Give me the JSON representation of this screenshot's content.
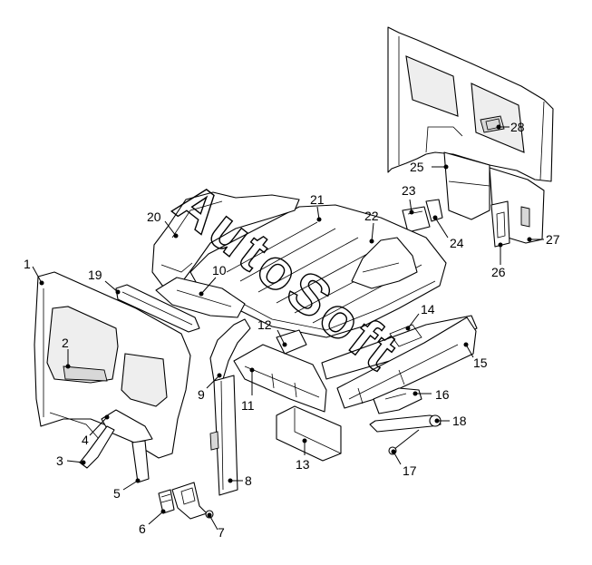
{
  "watermark": "AutoSoft",
  "callouts": [
    "1",
    "2",
    "3",
    "4",
    "5",
    "6",
    "7",
    "8",
    "9",
    "10",
    "11",
    "12",
    "13",
    "14",
    "15",
    "16",
    "17",
    "18",
    "19",
    "20",
    "21",
    "22",
    "23",
    "24",
    "25",
    "26",
    "27",
    "28"
  ],
  "colors": {
    "line": "#000000",
    "background": "#ffffff"
  }
}
